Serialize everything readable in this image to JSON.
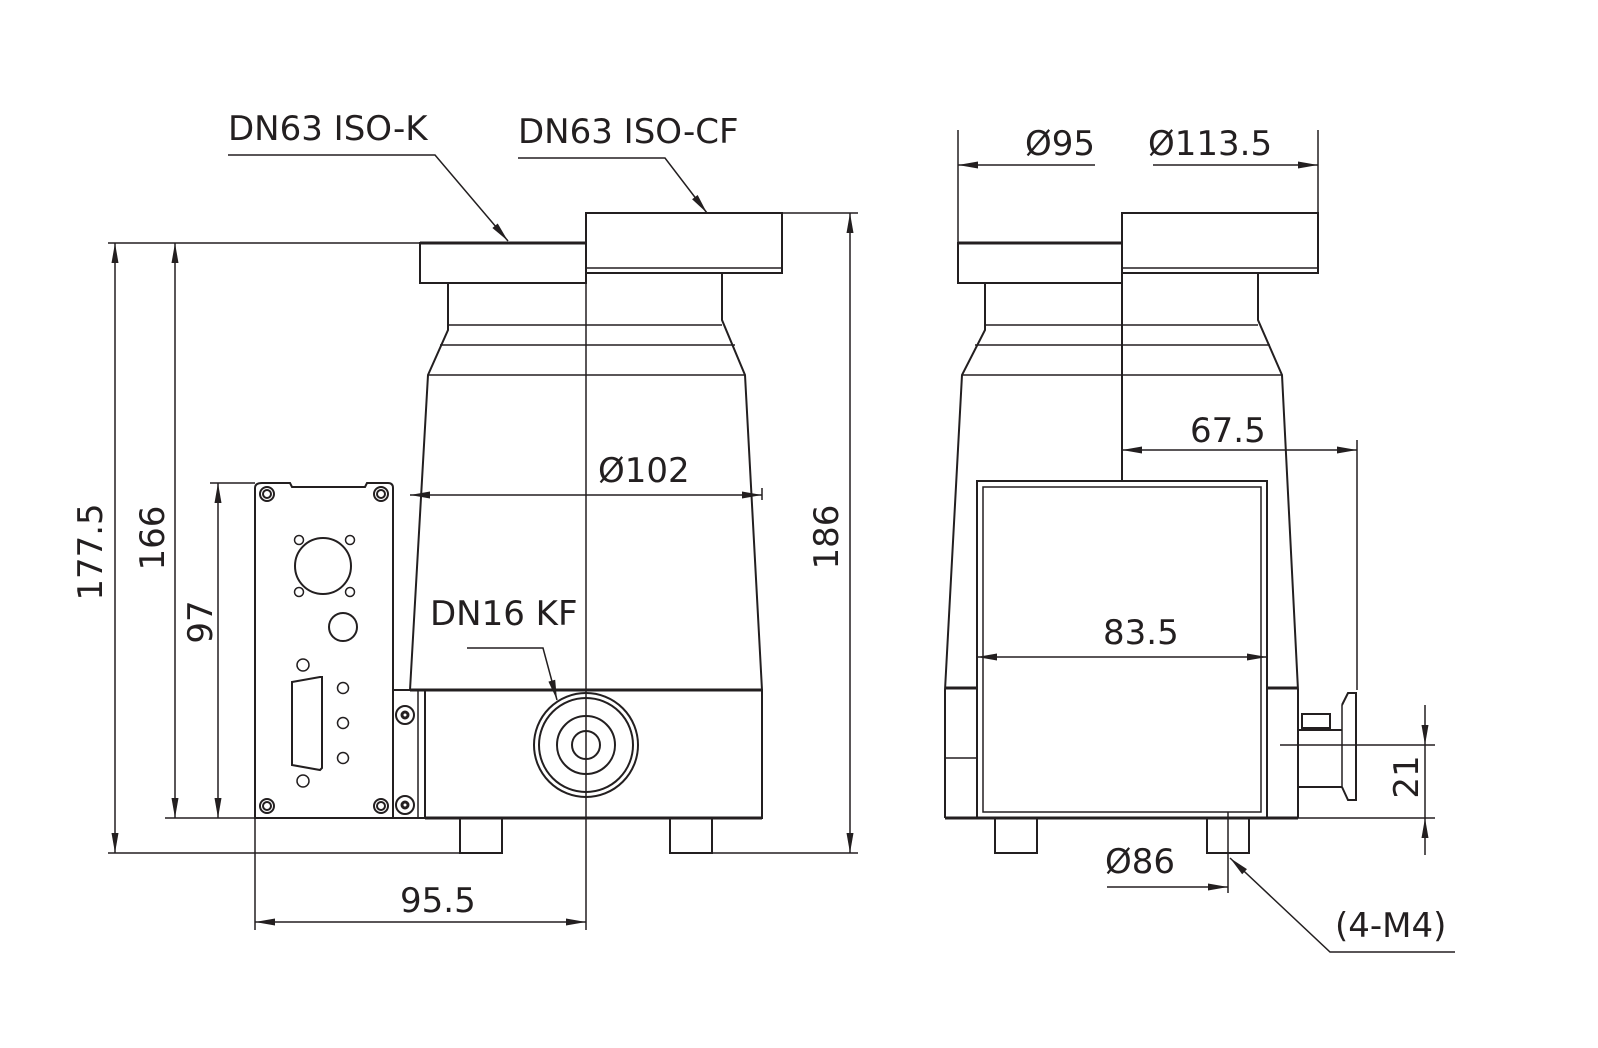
{
  "colors": {
    "line": "#231f20",
    "background": "#ffffff"
  },
  "left_view": {
    "flange_k_label": "DN63 ISO-K",
    "flange_cf_label": "DN63 ISO-CF",
    "port_label": "DN16 KF",
    "dims": {
      "overall_height_k": "177.5",
      "height_166": "166",
      "controller_height": "97",
      "overall_height_cf": "186",
      "body_diameter": "Ø102",
      "controller_offset": "95.5"
    }
  },
  "right_view": {
    "dims": {
      "flange_k_diameter": "Ø95",
      "flange_cf_diameter": "Ø113.5",
      "port_offset": "67.5",
      "controller_width": "83.5",
      "port_height": "21",
      "foot_circle": "Ø86",
      "thread_note": "(4-M4)"
    }
  }
}
